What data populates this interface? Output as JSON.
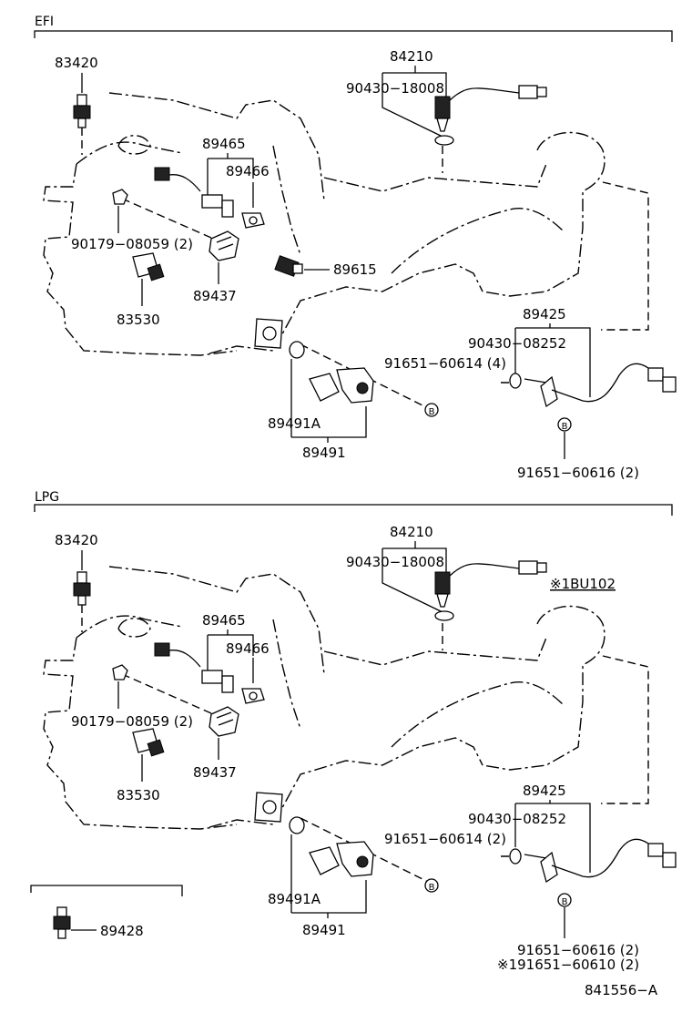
{
  "sections": {
    "efi": {
      "title": "EFI",
      "labels": {
        "p83420": "83420",
        "p84210": "84210",
        "p90430_18008": "90430−18008",
        "p89465": "89465",
        "p89466": "89466",
        "p90179": "90179−08059 (2)",
        "p89615": "89615",
        "p89437": "89437",
        "p83530": "83530",
        "p89425": "89425",
        "p90430_08252": "90430−08252",
        "p91651_60614": "91651−60614 (4)",
        "p89491a": "89491A",
        "p89491": "89491",
        "p91651_60616": "91651−60616 (2)",
        "mark_b1": "B",
        "mark_b2": "B"
      }
    },
    "lpg": {
      "title": "LPG",
      "labels": {
        "p83420": "83420",
        "p84210": "84210",
        "p90430_18008": "90430−18008",
        "note_1bu102": "※1BU102",
        "p89465": "89465",
        "p89466": "89466",
        "p90179": "90179−08059 (2)",
        "p89437": "89437",
        "p83530": "83530",
        "p89425": "89425",
        "p90430_08252": "90430−08252",
        "p91651_60614": "91651−60614 (2)",
        "p89491a": "89491A",
        "p89491": "89491",
        "p91651_60616": "91651−60616 (2)",
        "p191651_60610": "※191651−60610 (2)",
        "mark_b1": "B",
        "mark_b2": "B"
      }
    },
    "extra": {
      "p89428": "89428"
    }
  },
  "diagram_code": "841556−A"
}
